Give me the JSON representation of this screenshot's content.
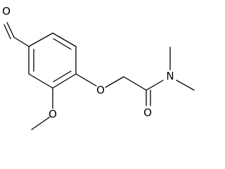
{
  "molecule": {
    "atoms": {
      "aldehyde_o": "O",
      "ether_o": "O",
      "methoxy_o": "O",
      "amide_o": "O",
      "amide_n": "N"
    }
  }
}
